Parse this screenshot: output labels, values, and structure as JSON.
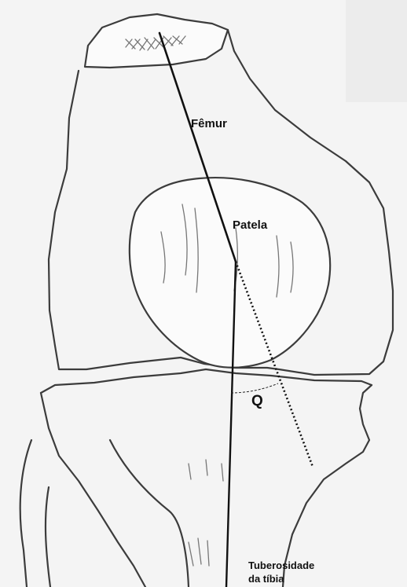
{
  "labels": {
    "femur": "Fêmur",
    "patella": "Patela",
    "q_angle": "Q",
    "tibial_tuberosity_line1": "Tuberosidade",
    "tibial_tuberosity_line2": "da tíbia"
  },
  "colors": {
    "background": "#f4f4f4",
    "bone_outline": "#3c3c3c",
    "axis_line": "#111111",
    "label_text": "#111111"
  }
}
